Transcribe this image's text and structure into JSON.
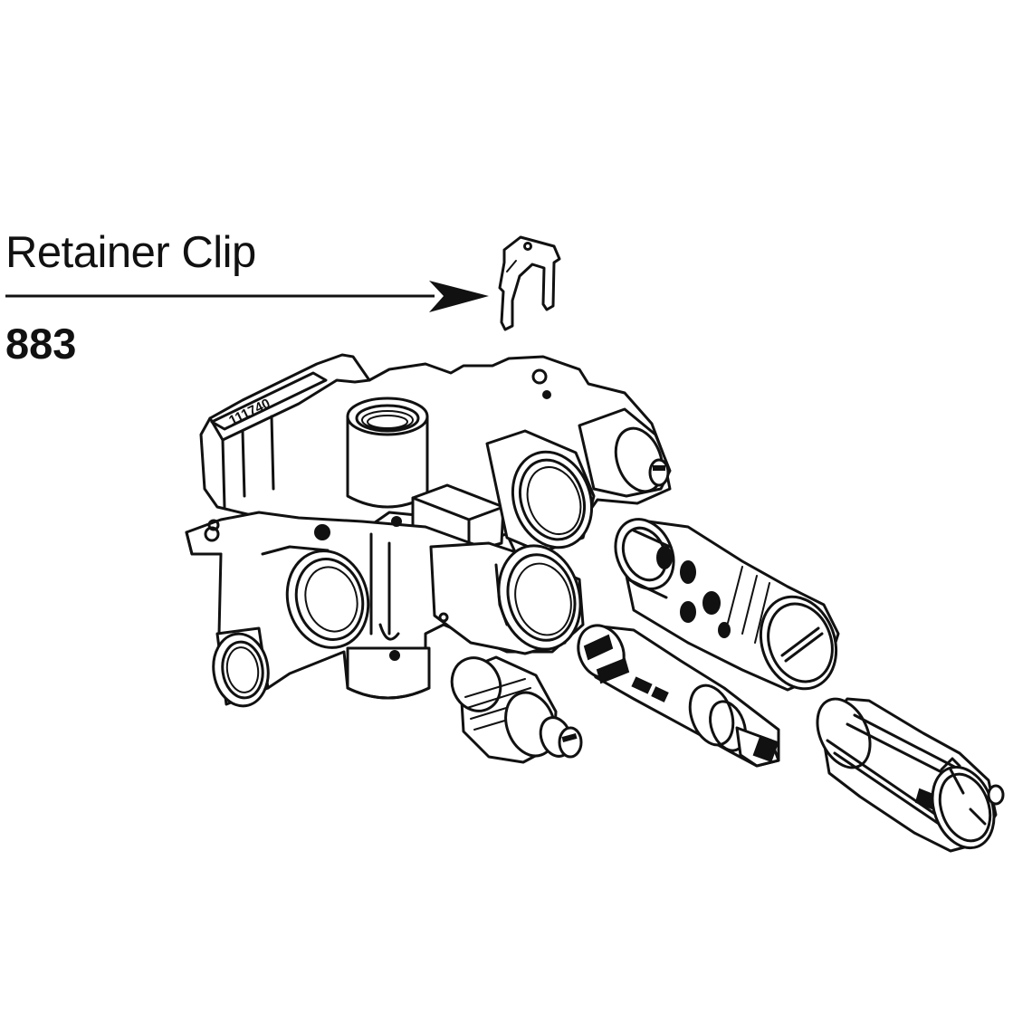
{
  "callout": {
    "label": "Retainer Clip",
    "part_number": "883"
  },
  "valve_body_mark": "111740"
}
